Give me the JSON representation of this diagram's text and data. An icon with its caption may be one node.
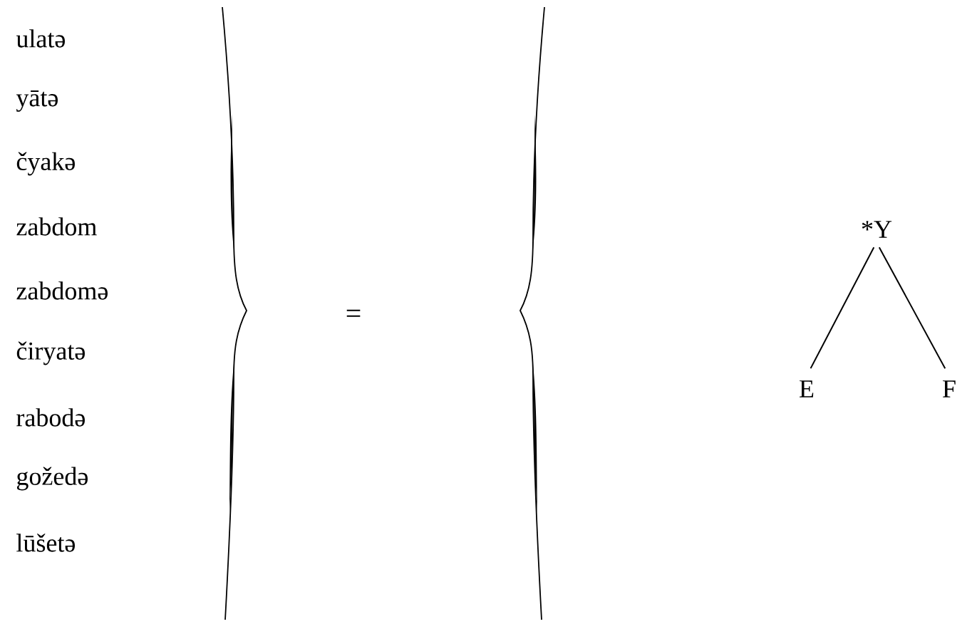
{
  "diagram": {
    "nodes": [
      {
        "text": [
          "*Y"
        ]
      },
      {
        "text": [
          "E"
        ]
      },
      {
        "text": [
          "F"
        ]
      }
    ],
    "edges": [
      {
        "from": 0,
        "to": 1,
        "arrow": "none"
      },
      {
        "from": 0,
        "to": 2,
        "arrow": "none"
      }
    ],
    "labels": [
      "ulatə",
      "yātə",
      "čyakə",
      "zabdom",
      "zabdomə",
      "čiryatə",
      "rabodə",
      "gožedə",
      "lūšetə",
      "="
    ]
  }
}
